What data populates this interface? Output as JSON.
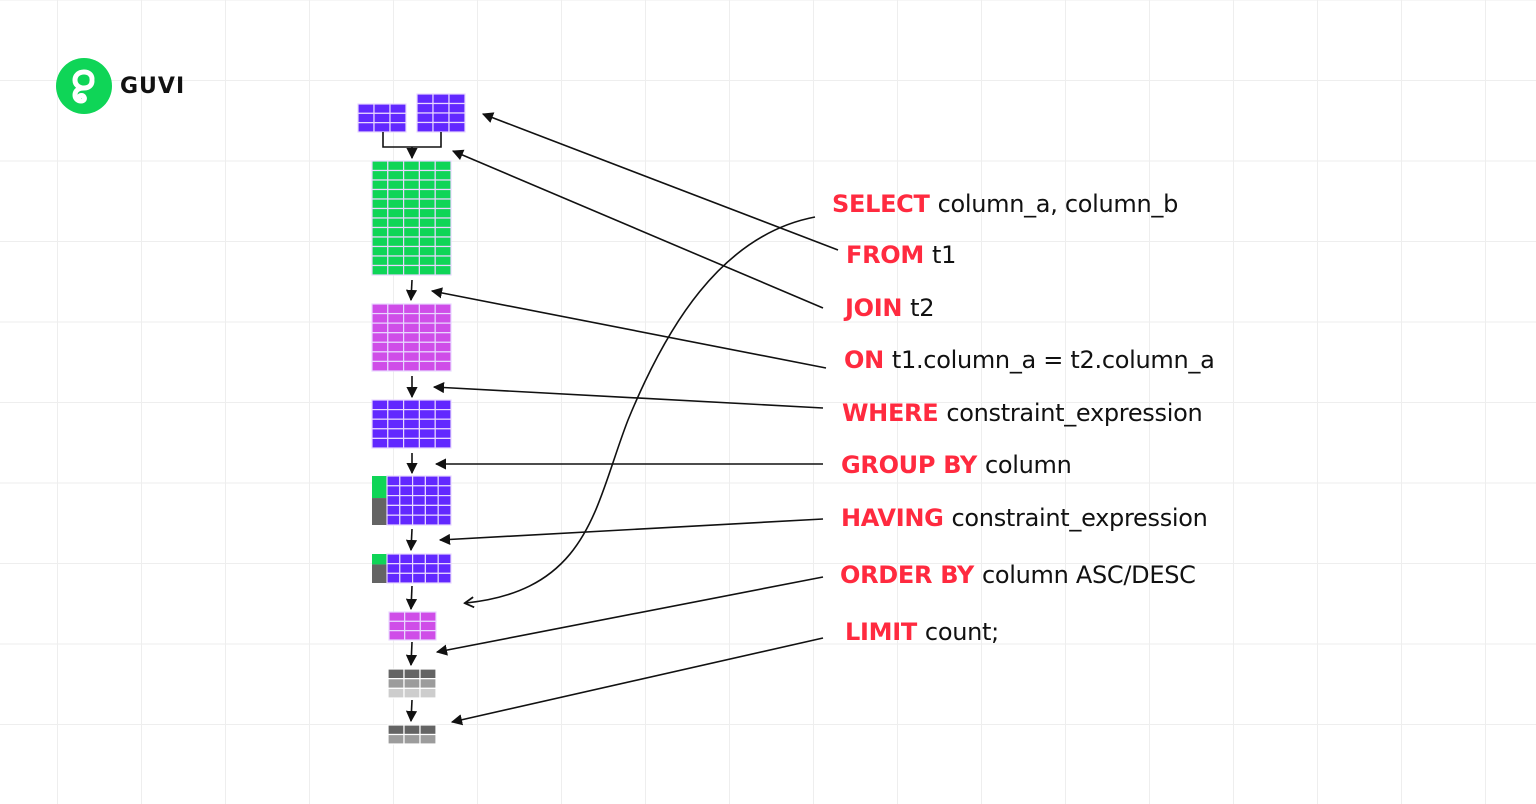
{
  "brand": {
    "name": "GUVI",
    "logo_icon": "guvi-logo-icon",
    "color": "#0fd557"
  },
  "colors": {
    "keyword": "#ff2a3f",
    "text": "#111111",
    "arrow": "#111111",
    "purple": "#6228ff",
    "green": "#0fd557",
    "magenta": "#cf4de8",
    "gray_dark": "#646464",
    "gray_mid": "#9c9c9c",
    "gray_light": "#cdcdcd",
    "cell_border": "#e8d7ff"
  },
  "clauses": [
    {
      "id": "select",
      "keyword": "SELECT",
      "rest": "column_a, column_b"
    },
    {
      "id": "from",
      "keyword": "FROM",
      "rest": "t1"
    },
    {
      "id": "join",
      "keyword": "JOIN",
      "rest": "t2"
    },
    {
      "id": "on",
      "keyword": "ON",
      "rest": "t1.column_a = t2.column_a"
    },
    {
      "id": "where",
      "keyword": "WHERE",
      "rest": "constraint_expression"
    },
    {
      "id": "group-by",
      "keyword": "GROUP BY",
      "rest": "column"
    },
    {
      "id": "having",
      "keyword": "HAVING",
      "rest": "constraint_expression"
    },
    {
      "id": "order-by",
      "keyword": "ORDER BY",
      "rest": "column ASC/DESC"
    },
    {
      "id": "limit",
      "keyword": "LIMIT",
      "rest": "count;"
    }
  ],
  "tables": [
    {
      "id": "t1",
      "label": "t1 table",
      "rows": 3,
      "cols": 3,
      "fill": "purple"
    },
    {
      "id": "t2",
      "label": "t2 table",
      "rows": 4,
      "cols": 3,
      "fill": "purple"
    },
    {
      "id": "joined",
      "label": "joined result",
      "rows": 12,
      "cols": 5,
      "fill": "green"
    },
    {
      "id": "on-result",
      "label": "on result",
      "rows": 7,
      "cols": 5,
      "fill": "magenta"
    },
    {
      "id": "where-result",
      "label": "where result",
      "rows": 5,
      "cols": 5,
      "fill": "purple"
    },
    {
      "id": "group-result",
      "label": "grouped result",
      "rows": 5,
      "cols": 5,
      "fill": "purple",
      "group_key": [
        "green",
        "gray_dark"
      ]
    },
    {
      "id": "having-result",
      "label": "having result",
      "rows": 3,
      "cols": 5,
      "fill": "purple",
      "group_key": [
        "green",
        "gray_dark"
      ]
    },
    {
      "id": "select-result",
      "label": "selected result",
      "rows": 3,
      "cols": 3,
      "fill": "magenta"
    },
    {
      "id": "order-result",
      "label": "ordered result",
      "rows": 3,
      "cols": 3,
      "row_fills": [
        "gray_dark",
        "gray_mid",
        "gray_light"
      ]
    },
    {
      "id": "limit-result",
      "label": "limited result",
      "rows": 2,
      "cols": 3,
      "row_fills": [
        "gray_dark",
        "gray_mid"
      ]
    }
  ]
}
